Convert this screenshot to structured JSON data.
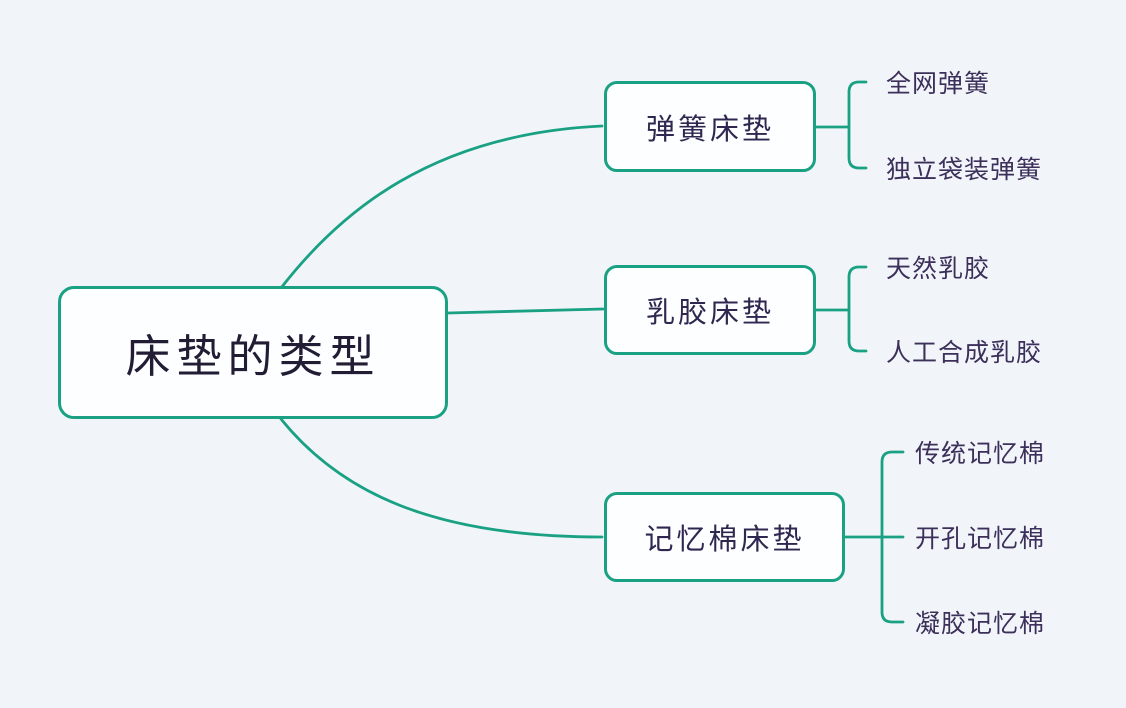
{
  "colors": {
    "line": "#1aa184",
    "node_border": "#1aa184",
    "node_fill": "#fdfeff",
    "root_text": "#221c35",
    "branch_text": "#2f2750",
    "leaf_text": "#3c2f5a",
    "background": "#f1f5f9"
  },
  "mindmap": {
    "root": {
      "label": "床垫的类型"
    },
    "branches": [
      {
        "label": "弹簧床垫",
        "children": [
          {
            "label": "全网弹簧"
          },
          {
            "label": "独立袋装弹簧"
          }
        ]
      },
      {
        "label": "乳胶床垫",
        "children": [
          {
            "label": "天然乳胶"
          },
          {
            "label": "人工合成乳胶"
          }
        ]
      },
      {
        "label": "记忆棉床垫",
        "children": [
          {
            "label": "传统记忆棉"
          },
          {
            "label": "开孔记忆棉"
          },
          {
            "label": "凝胶记忆棉"
          }
        ]
      }
    ]
  }
}
